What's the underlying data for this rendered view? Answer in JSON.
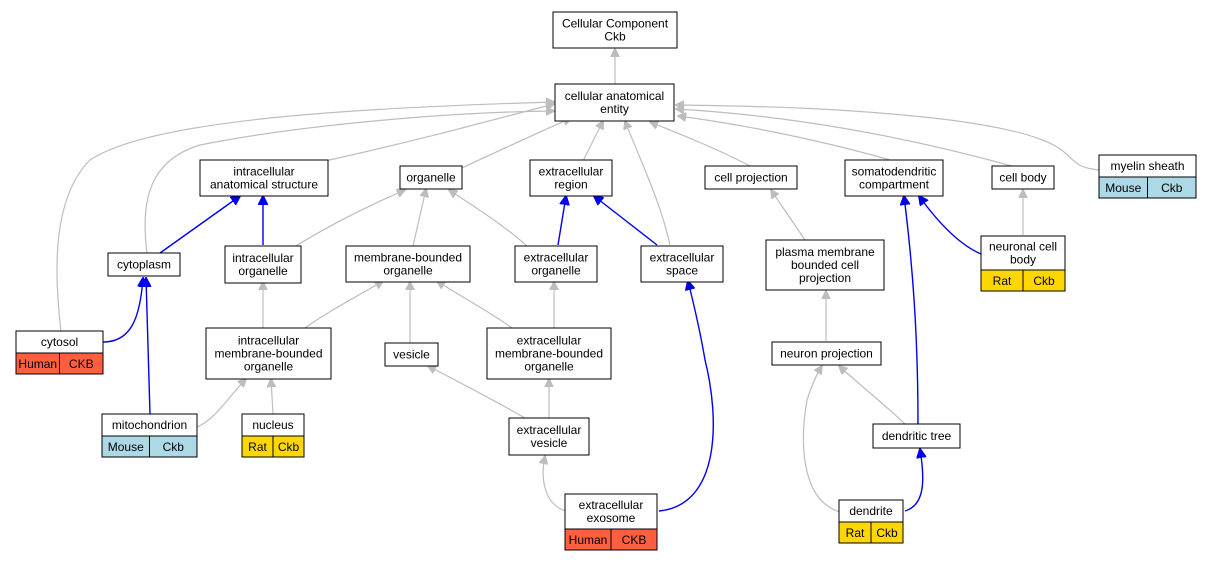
{
  "nodes": {
    "cellular_component": {
      "lines": [
        "Cellular Component",
        "Ckb"
      ]
    },
    "cellular_anatomical_entity": {
      "lines": [
        "cellular anatomical",
        "entity"
      ]
    },
    "intracellular_anatomical_structure": {
      "lines": [
        "intracellular",
        "anatomical structure"
      ]
    },
    "organelle": {
      "lines": [
        "organelle"
      ]
    },
    "extracellular_region": {
      "lines": [
        "extracellular",
        "region"
      ]
    },
    "cell_projection": {
      "lines": [
        "cell projection"
      ]
    },
    "somatodendritic_compartment": {
      "lines": [
        "somatodendritic",
        "compartment"
      ]
    },
    "cell_body": {
      "lines": [
        "cell body"
      ]
    },
    "myelin_sheath": {
      "lines": [
        "myelin sheath"
      ],
      "cells": [
        "Mouse",
        "Ckb"
      ]
    },
    "cytoplasm": {
      "lines": [
        "cytoplasm"
      ]
    },
    "intracellular_organelle": {
      "lines": [
        "intracellular",
        "organelle"
      ]
    },
    "membrane_bounded_organelle": {
      "lines": [
        "membrane-bounded",
        "organelle"
      ]
    },
    "extracellular_organelle": {
      "lines": [
        "extracellular",
        "organelle"
      ]
    },
    "extracellular_space": {
      "lines": [
        "extracellular",
        "space"
      ]
    },
    "plasma_membrane_bounded_cell_projection": {
      "lines": [
        "plasma membrane",
        "bounded cell",
        "projection"
      ]
    },
    "neuronal_cell_body": {
      "lines": [
        "neuronal cell",
        "body"
      ],
      "cells": [
        "Rat",
        "Ckb"
      ]
    },
    "cytosol": {
      "lines": [
        "cytosol"
      ],
      "cells": [
        "Human",
        "CKB"
      ]
    },
    "intracellular_membrane_bounded_organelle": {
      "lines": [
        "intracellular",
        "membrane-bounded",
        "organelle"
      ]
    },
    "vesicle": {
      "lines": [
        "vesicle"
      ]
    },
    "extracellular_membrane_bounded_organelle": {
      "lines": [
        "extracellular",
        "membrane-bounded",
        "organelle"
      ]
    },
    "neuron_projection": {
      "lines": [
        "neuron projection"
      ]
    },
    "mitochondrion": {
      "lines": [
        "mitochondrion"
      ],
      "cells": [
        "Mouse",
        "Ckb"
      ]
    },
    "nucleus": {
      "lines": [
        "nucleus"
      ],
      "cells": [
        "Rat",
        "Ckb"
      ]
    },
    "extracellular_vesicle": {
      "lines": [
        "extracellular",
        "vesicle"
      ]
    },
    "dendritic_tree": {
      "lines": [
        "dendritic tree"
      ]
    },
    "extracellular_exosome": {
      "lines": [
        "extracellular",
        "exosome"
      ],
      "cells": [
        "Human",
        "CKB"
      ]
    },
    "dendrite": {
      "lines": [
        "dendrite"
      ],
      "cells": [
        "Rat",
        "Ckb"
      ]
    }
  },
  "colors": {
    "Human": "#ff5f3f",
    "Mouse": "#add8e6",
    "Rat": "#ffd700",
    "edge_is_a": "#bdbdbd",
    "edge_part_of": "#0000ee"
  }
}
